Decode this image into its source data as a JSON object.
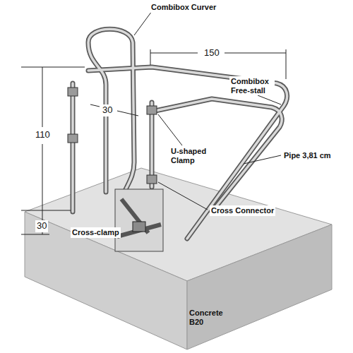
{
  "diagram": {
    "labels": [
      "Combibox Curver",
      "150",
      "110",
      "30",
      "Combibox Free-stall",
      "U-shaped Clamp",
      "Pipe 3,81 cm",
      "Cross Connector",
      "30",
      "Cross-clamp",
      "Concrete B20"
    ]
  }
}
